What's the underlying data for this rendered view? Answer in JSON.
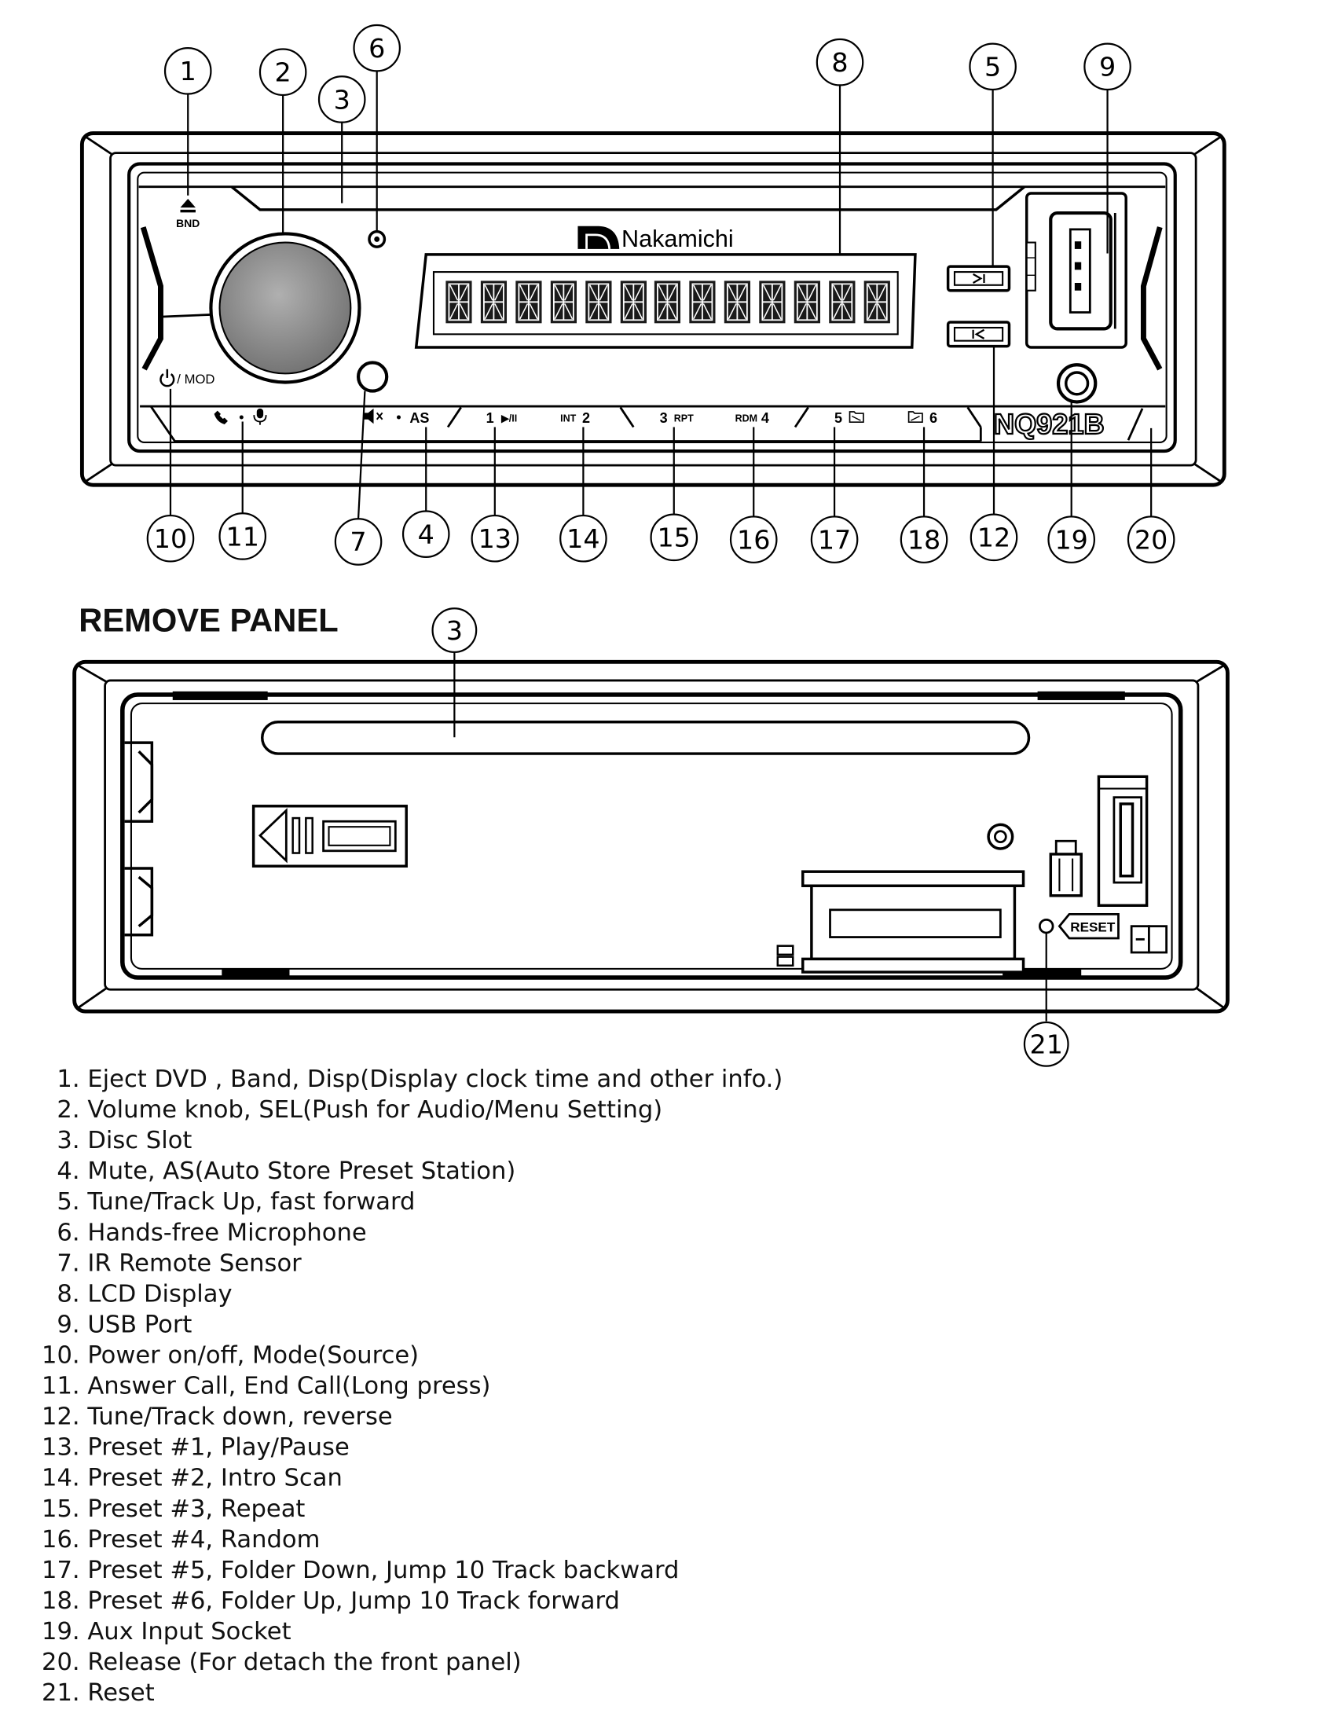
{
  "front_panel": {
    "callouts_top": [
      "1",
      "2",
      "3",
      "6",
      "8",
      "5",
      "9"
    ],
    "callouts_bottom": [
      "10",
      "11",
      "7",
      "4",
      "13",
      "14",
      "15",
      "16",
      "17",
      "18",
      "12",
      "19",
      "20"
    ],
    "eject_label": "BND",
    "power_label": "/ MOD",
    "brand": "Nakamichi",
    "model": "NQ921B",
    "mute_as_label": "AS",
    "buttons": [
      {
        "num": "1",
        "sub": "▶/II"
      },
      {
        "num": "2",
        "sub": "INT"
      },
      {
        "num": "3",
        "sub": "RPT"
      },
      {
        "num": "4",
        "sub": "RDM"
      },
      {
        "num": "5"
      },
      {
        "num": "6"
      }
    ]
  },
  "remove_panel": {
    "heading": "REMOVE PANEL",
    "callouts": [
      "3",
      "21"
    ],
    "reset_label": "RESET"
  },
  "legend": [
    {
      "num": "1.",
      "text": "Eject DVD , Band, Disp(Display clock time and other info.)"
    },
    {
      "num": "2.",
      "text": "Volume knob, SEL(Push for Audio/Menu Setting)"
    },
    {
      "num": "3.",
      "text": "Disc Slot"
    },
    {
      "num": "4.",
      "text": "Mute, AS(Auto Store Preset Station)"
    },
    {
      "num": "5.",
      "text": "Tune/Track Up, fast forward"
    },
    {
      "num": "6.",
      "text": "Hands-free Microphone"
    },
    {
      "num": "7.",
      "text": "IR Remote Sensor"
    },
    {
      "num": "8.",
      "text": "LCD Display"
    },
    {
      "num": "9.",
      "text": "USB Port"
    },
    {
      "num": "10.",
      "text": "Power on/off, Mode(Source)"
    },
    {
      "num": "11.",
      "text": "Answer Call, End Call(Long press)"
    },
    {
      "num": "12.",
      "text": "Tune/Track down, reverse"
    },
    {
      "num": "13.",
      "text": "Preset #1, Play/Pause"
    },
    {
      "num": "14.",
      "text": "Preset #2, Intro Scan"
    },
    {
      "num": "15.",
      "text": "Preset #3, Repeat"
    },
    {
      "num": "16.",
      "text": "Preset #4, Random"
    },
    {
      "num": "17.",
      "text": "Preset #5, Folder Down, Jump 10 Track backward"
    },
    {
      "num": "18.",
      "text": "Preset #6, Folder Up, Jump 10 Track forward"
    },
    {
      "num": "19.",
      "text": "Aux Input Socket"
    },
    {
      "num": "20.",
      "text": "Release (For detach the front panel)"
    },
    {
      "num": "21.",
      "text": "Reset"
    }
  ],
  "icons": [
    "eject-icon",
    "power-icon",
    "phone-icon",
    "mic-icon",
    "mute-icon",
    "play-pause-icon",
    "folder-down-icon",
    "folder-up-icon",
    "next-track-icon",
    "prev-track-icon",
    "usb-port-icon",
    "brand-logo-icon"
  ]
}
